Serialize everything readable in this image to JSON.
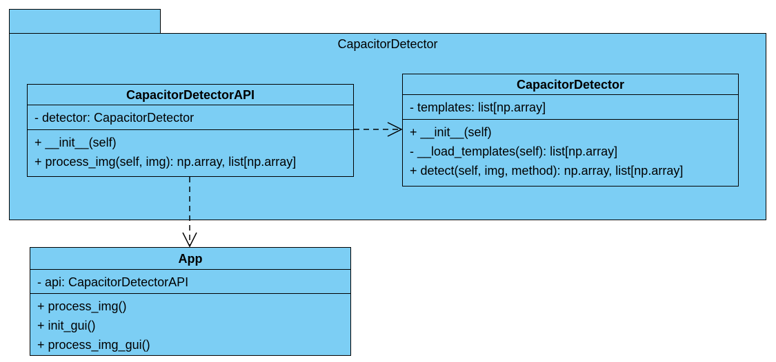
{
  "package": {
    "name": "CapacitorDetector"
  },
  "classes": {
    "api": {
      "name": "CapacitorDetectorAPI",
      "attributes": [
        "- detector: CapacitorDetector"
      ],
      "methods": [
        "+ __init__(self)",
        "+ process_img(self, img): np.array, list[np.array]"
      ]
    },
    "detector": {
      "name": "CapacitorDetector",
      "attributes": [
        "- templates: list[np.array]"
      ],
      "methods": [
        "+ __init__(self)",
        "- __load_templates(self): list[np.array]",
        "+ detect(self, img, method): np.array, list[np.array]"
      ]
    },
    "app": {
      "name": "App",
      "attributes": [
        "- api: CapacitorDetectorAPI"
      ],
      "methods": [
        "+ process_img()",
        "+ init_gui()",
        "+ process_img_gui()"
      ]
    }
  },
  "colors": {
    "fill": "#7ccef4",
    "stroke": "#000000"
  }
}
